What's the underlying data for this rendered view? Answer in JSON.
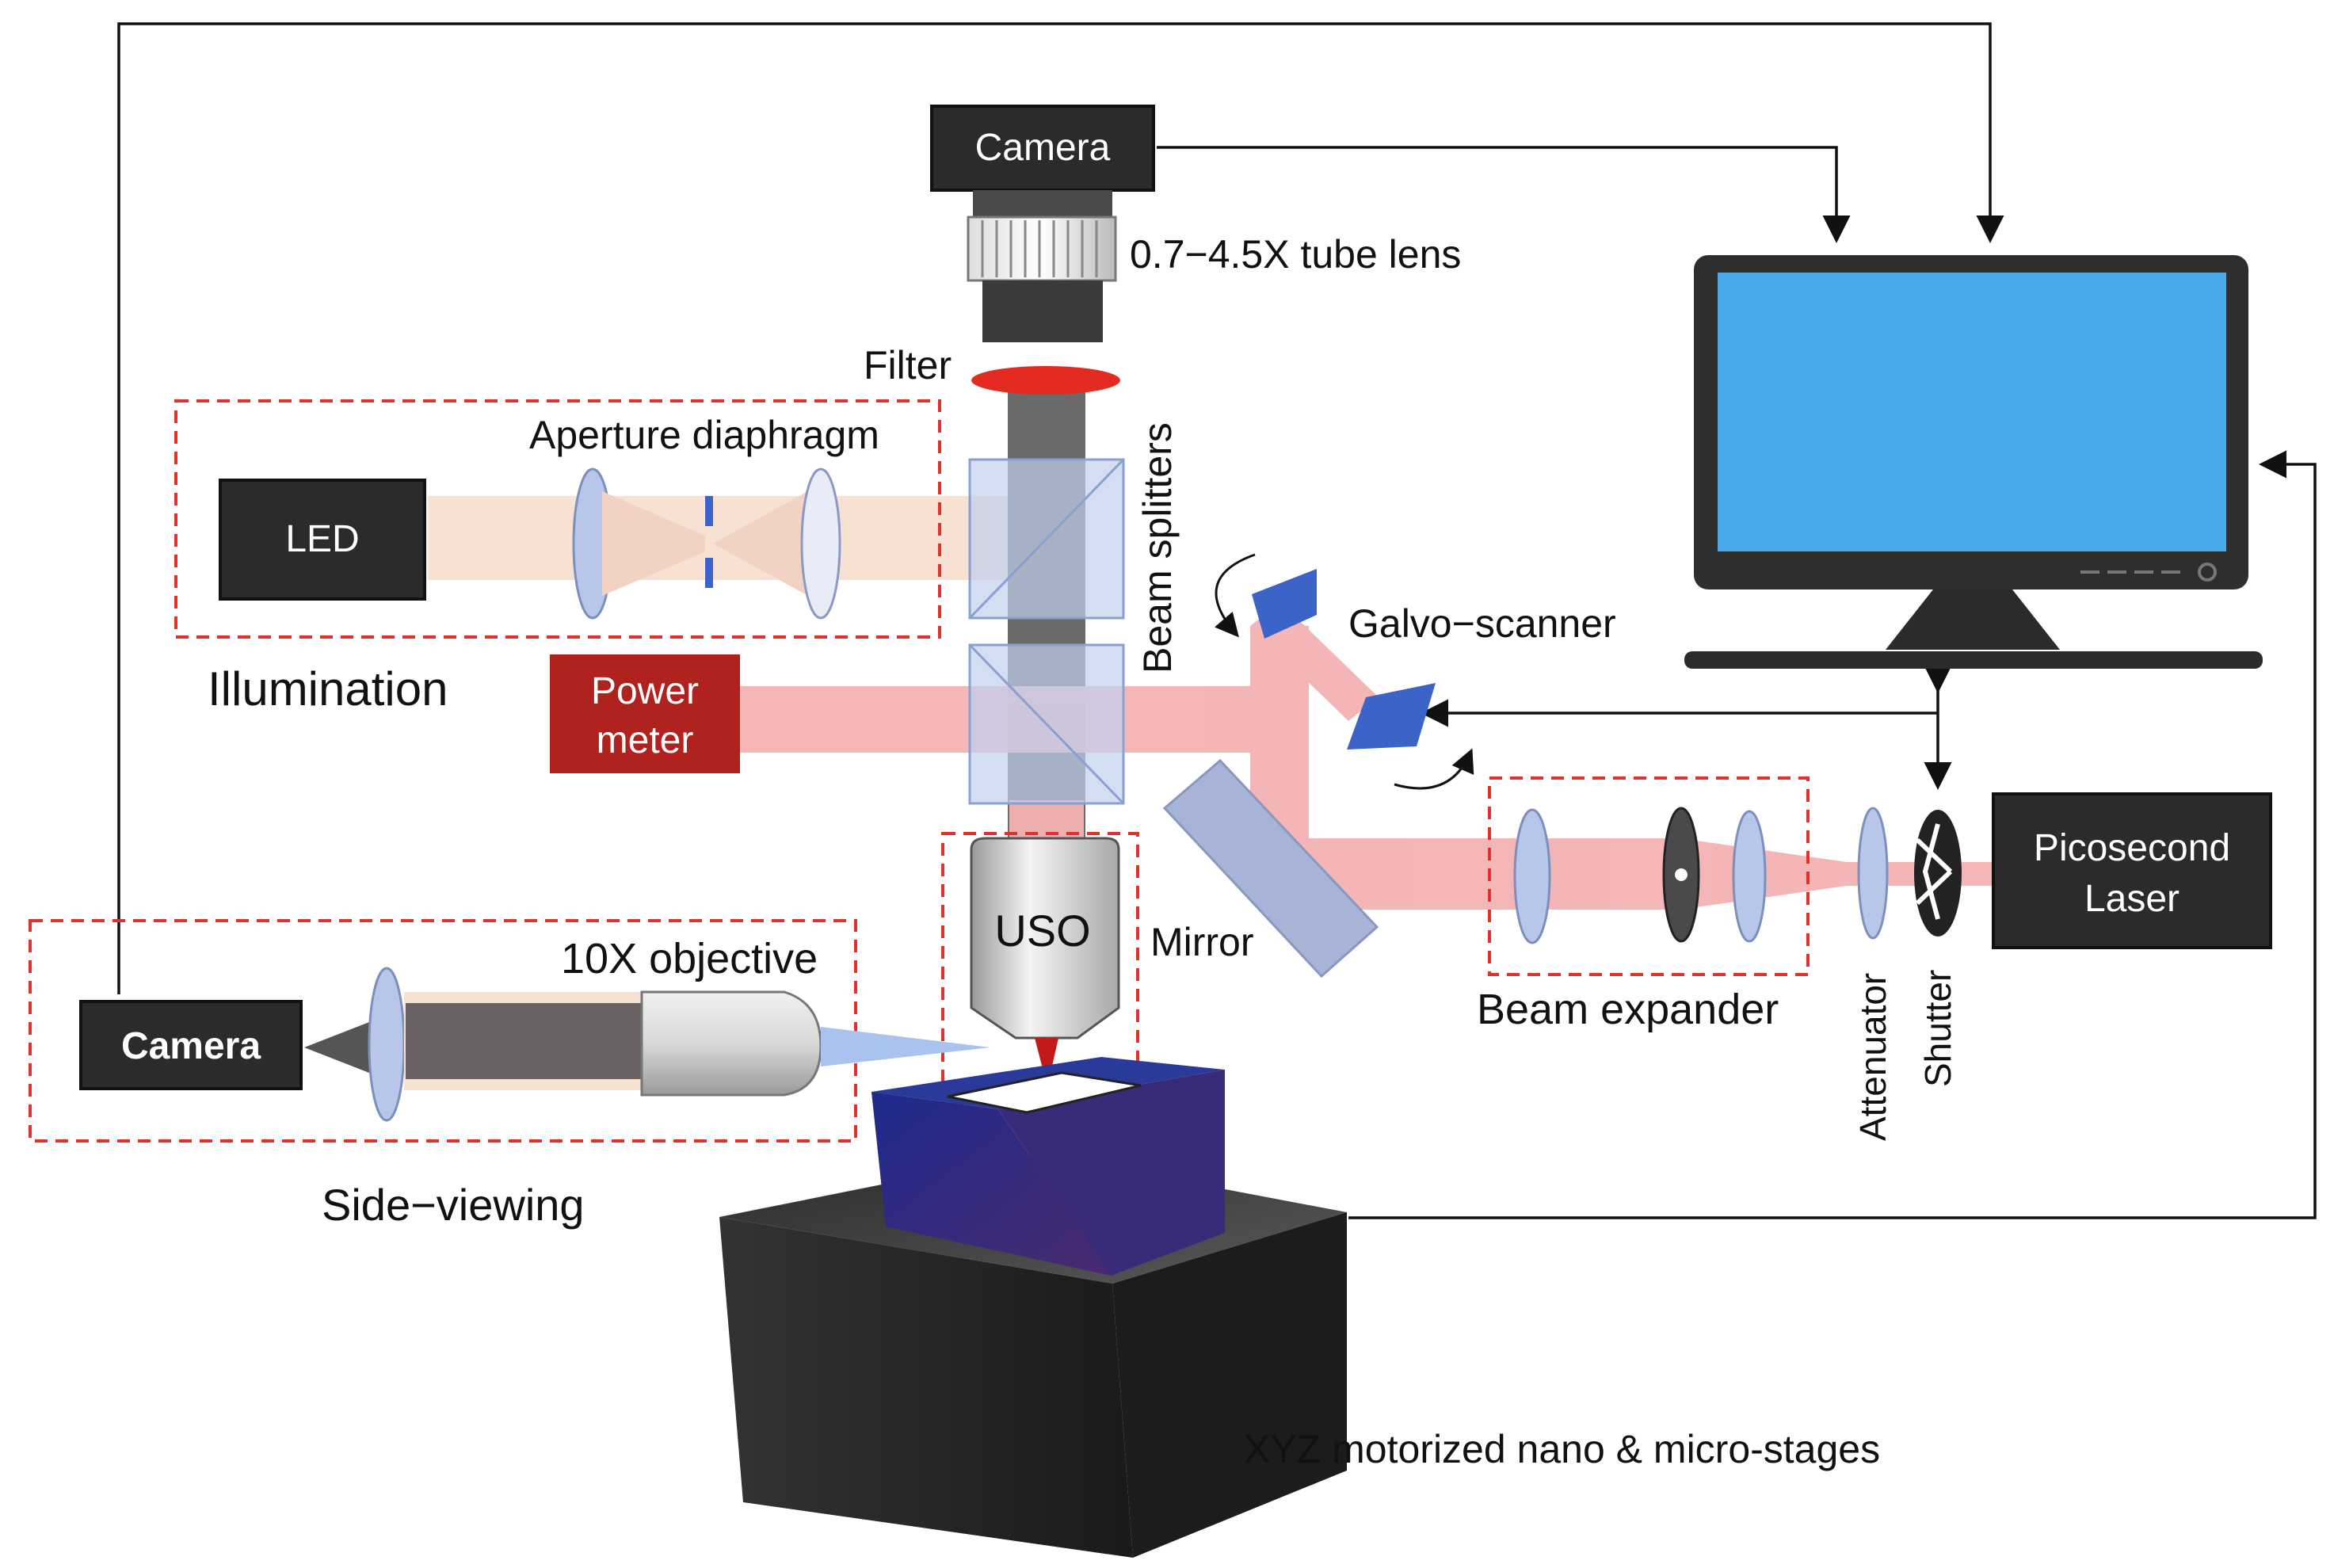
{
  "labels": {
    "camera_top": "Camera",
    "tube_lens": "0.7−4.5X tube lens",
    "filter": "Filter",
    "aperture": "Aperture diaphragm",
    "led": "LED",
    "beam_splitters": "Beam splitters",
    "illumination": "Illumination",
    "power_meter_1": "Power",
    "power_meter_2": "meter",
    "galvo": "Galvo−scanner",
    "uso": "USO",
    "mirror": "Mirror",
    "beam_expander": "Beam expander",
    "laser_1": "Picosecond",
    "laser_2": "Laser",
    "attenuator": "Attenuator",
    "shutter": "Shutter",
    "objective": "10X objective",
    "camera_side": "Camera",
    "side_viewing": "Side−viewing",
    "stages": "XYZ motorized nano & micro-stages"
  },
  "colors": {
    "beam_red": "#f4b2b4",
    "beam_led": "#f6e1d2",
    "box_dark": "#2b2b2b",
    "power_meter": "#b0221e",
    "dashed": "#e0312b",
    "screen": "#4aa9e9",
    "optic": "#b8c6ea",
    "galvo": "#3c63c7",
    "filter": "#e32b22"
  }
}
